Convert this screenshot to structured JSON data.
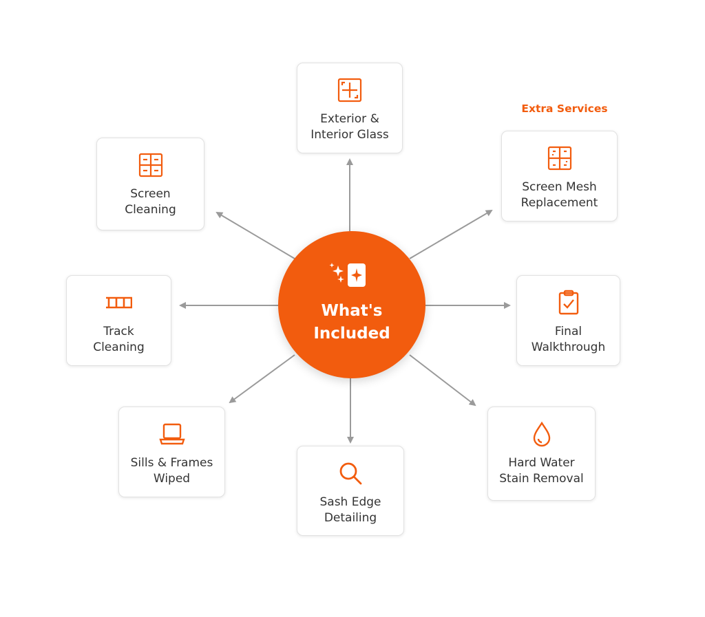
{
  "colors": {
    "accent": "#f25c0e",
    "arrow": "#9a9a9a",
    "card_border": "#e1e1e1",
    "text": "#333333"
  },
  "hub": {
    "title": "What's\nIncluded",
    "icon": "sparkle-icon"
  },
  "extra_services_title": "Extra Services",
  "cards": {
    "glass": {
      "label": "Exterior &\nInterior Glass",
      "icon": "window-pane-icon"
    },
    "screen_cleaning": {
      "label": "Screen\nCleaning",
      "icon": "window-grid-icon"
    },
    "track": {
      "label": "Track\nCleaning",
      "icon": "track-rail-icon"
    },
    "sills": {
      "label": "Sills & Frames\nWiped",
      "icon": "laptop-icon"
    },
    "sash": {
      "label": "Sash Edge\nDetailing",
      "icon": "magnifier-icon"
    },
    "hard_water": {
      "label": "Hard Water\nStain Removal",
      "icon": "water-drop-icon"
    },
    "walkthrough": {
      "label": "Final\nWalkthrough",
      "icon": "clipboard-check-icon"
    },
    "screen_mesh": {
      "label": "Screen Mesh\nReplacement",
      "icon": "mesh-grid-icon"
    }
  }
}
